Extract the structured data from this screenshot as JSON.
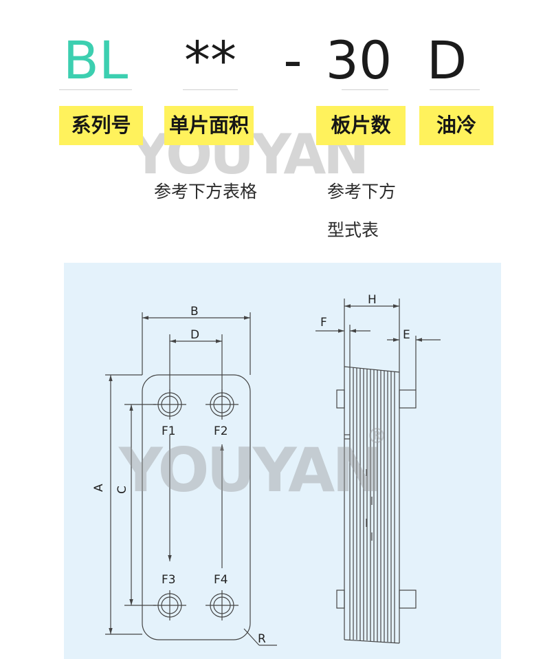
{
  "model": {
    "series": "BL",
    "area": "**",
    "dash": "-",
    "plates": "30",
    "cooling": "D"
  },
  "labels": {
    "series": "系列号",
    "area": "单片面积",
    "plates": "板片数",
    "cooling": "油冷"
  },
  "notes": {
    "area": "参考下方表格",
    "plates_line1": "参考下方",
    "plates_line2": "型式表"
  },
  "watermark": {
    "text": "YOUYAN",
    "registered": "®"
  },
  "diagram": {
    "dims": {
      "A": "A",
      "B": "B",
      "C": "C",
      "D": "D",
      "E": "E",
      "F": "F",
      "H": "H",
      "R": "R"
    },
    "ports": {
      "F1": "F1",
      "F2": "F2",
      "F3": "F3",
      "F4": "F4"
    }
  },
  "colors": {
    "series_code": "#3ccfb0",
    "chip_background": "#fff25c",
    "panel_background": "#e4f2fb"
  }
}
